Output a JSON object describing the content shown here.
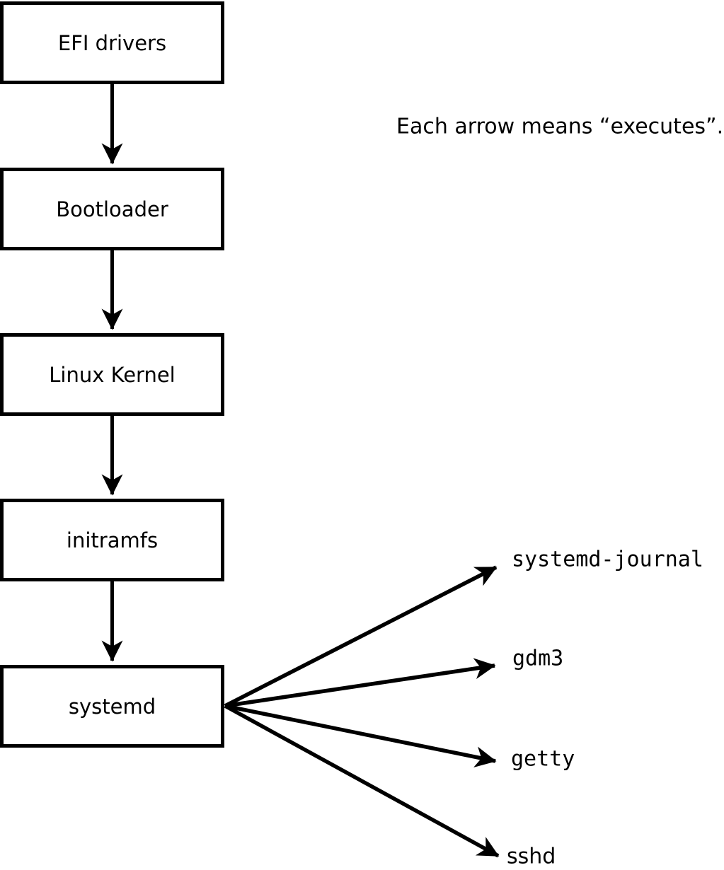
{
  "annotation": "Each arrow means “executes”.",
  "diagram": {
    "relationship_meaning": "executes",
    "chain": [
      {
        "label": "EFI drivers"
      },
      {
        "label": "Bootloader"
      },
      {
        "label": "Linux Kernel"
      },
      {
        "label": "initramfs"
      },
      {
        "label": "systemd"
      }
    ],
    "children_of_systemd": [
      {
        "label": "systemd-journal"
      },
      {
        "label": "gdm3"
      },
      {
        "label": "getty"
      },
      {
        "label": "sshd"
      }
    ],
    "edges": [
      {
        "from": "EFI drivers",
        "to": "Bootloader"
      },
      {
        "from": "Bootloader",
        "to": "Linux Kernel"
      },
      {
        "from": "Linux Kernel",
        "to": "initramfs"
      },
      {
        "from": "initramfs",
        "to": "systemd"
      },
      {
        "from": "systemd",
        "to": "systemd-journal"
      },
      {
        "from": "systemd",
        "to": "gdm3"
      },
      {
        "from": "systemd",
        "to": "getty"
      },
      {
        "from": "systemd",
        "to": "sshd"
      }
    ]
  },
  "colors": {
    "line": "#000000",
    "background": "#ffffff",
    "box_fill": "#ffffff"
  }
}
